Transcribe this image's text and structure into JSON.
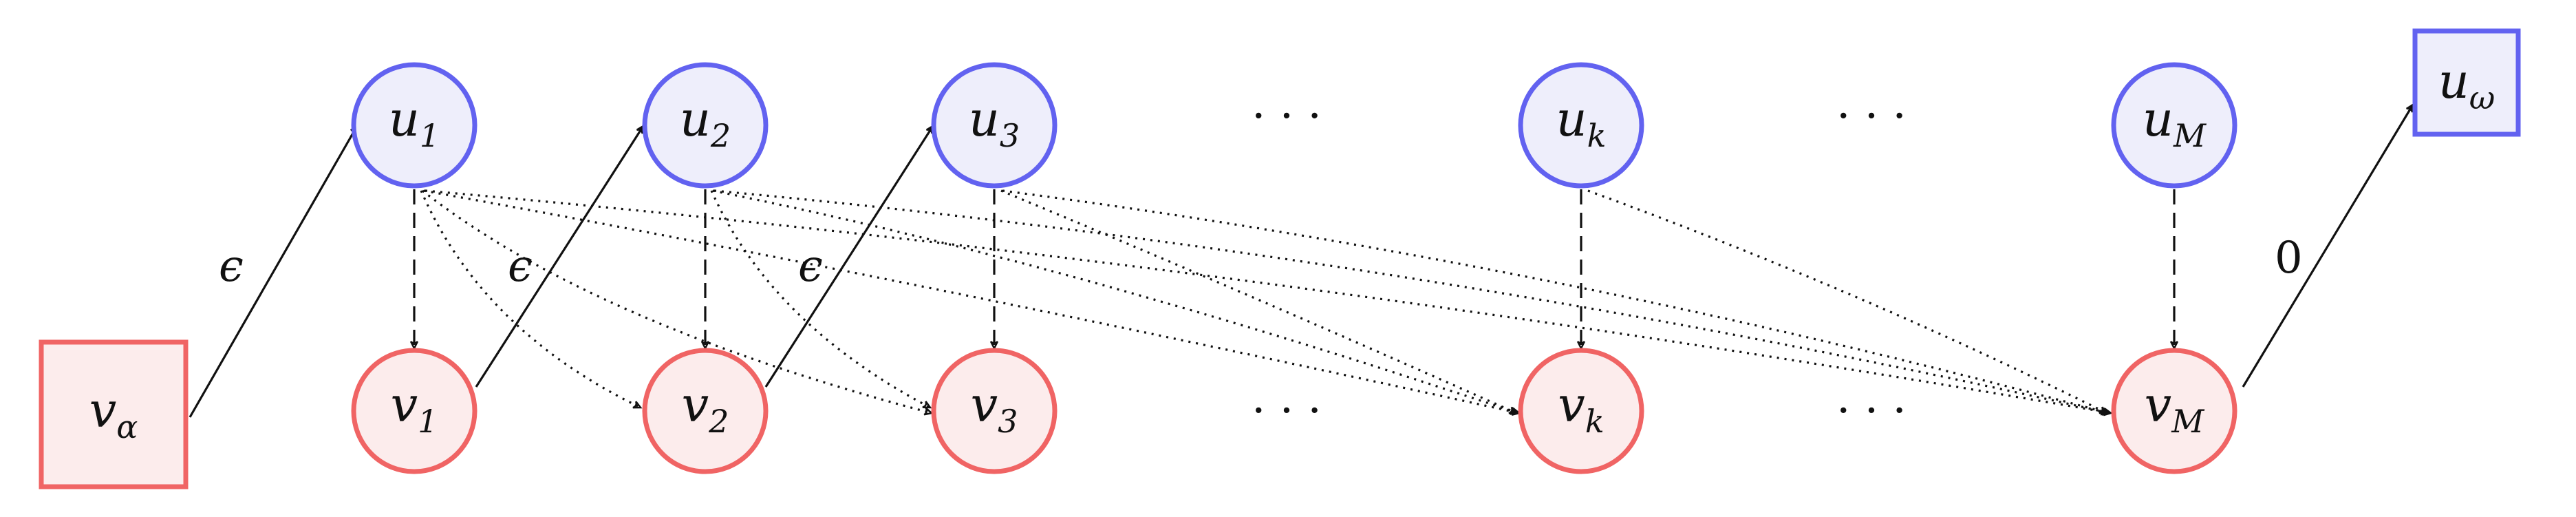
{
  "colors": {
    "u_fill": "#eeeefb",
    "u_stroke": "#6262f0",
    "v_fill": "#fcecec",
    "v_stroke": "#f06464",
    "edge": "#111111"
  },
  "nodes": {
    "u_alpha_none": null,
    "v_alpha": {
      "base": "v",
      "sub": "α"
    },
    "u_omega": {
      "base": "u",
      "sub": "ω"
    },
    "u1": {
      "base": "u",
      "sub": "1"
    },
    "u2": {
      "base": "u",
      "sub": "2"
    },
    "u3": {
      "base": "u",
      "sub": "3"
    },
    "uk": {
      "base": "u",
      "sub": "k"
    },
    "uM": {
      "base": "u",
      "sub": "M"
    },
    "v1": {
      "base": "v",
      "sub": "1"
    },
    "v2": {
      "base": "v",
      "sub": "2"
    },
    "v3": {
      "base": "v",
      "sub": "3"
    },
    "vk": {
      "base": "v",
      "sub": "k"
    },
    "vM": {
      "base": "v",
      "sub": "M"
    }
  },
  "ellipses": {
    "top_1": "· · ·",
    "top_2": "· · ·",
    "bottom_1": "· · ·",
    "bottom_2": "· · ·"
  },
  "edge_labels": {
    "valpha_u1": "ϵ",
    "v1_u2": "ϵ",
    "v2_u3": "ϵ",
    "vM_uomega": "0"
  },
  "edge_styles": {
    "solid": "v_i to u_(i+1) transitions",
    "dashed": "u_i to v_i",
    "dotted": "u_i to v_j, j > i"
  }
}
